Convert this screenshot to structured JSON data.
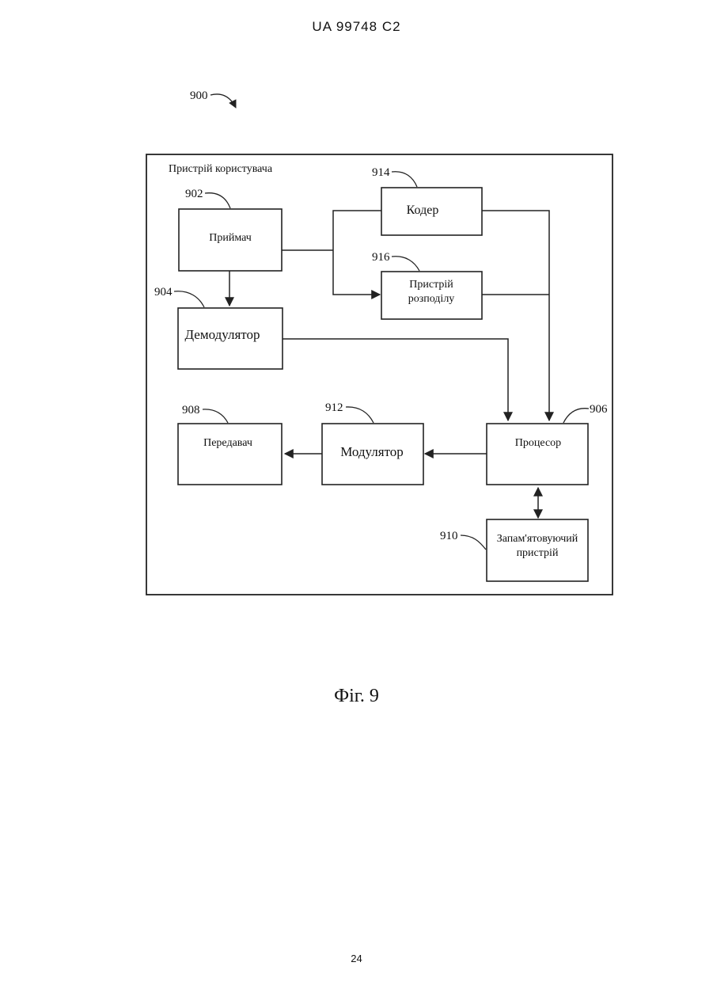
{
  "header": {
    "patent_id": "UA   99748   C2"
  },
  "figure": {
    "ref_main": "900",
    "caption": "Фіг. 9",
    "container_label": "Пристрій користувача",
    "blocks": {
      "receiver": {
        "ref": "902",
        "label": "Приймач"
      },
      "demodulator": {
        "ref": "904",
        "label": "Демодулятор"
      },
      "coder": {
        "ref": "914",
        "label": "Кодер"
      },
      "splitter": {
        "ref": "916",
        "label_line1": "Пристрій",
        "label_line2": "розподілу"
      },
      "processor": {
        "ref": "906",
        "label": "Процесор"
      },
      "transmitter": {
        "ref": "908",
        "label": "Передавач"
      },
      "modulator": {
        "ref": "912",
        "label": "Модулятор"
      },
      "memory": {
        "ref": "910",
        "label_line1": "Запам'ятовуючий",
        "label_line2": "пристрій"
      }
    }
  },
  "footer": {
    "page_number": "24"
  }
}
